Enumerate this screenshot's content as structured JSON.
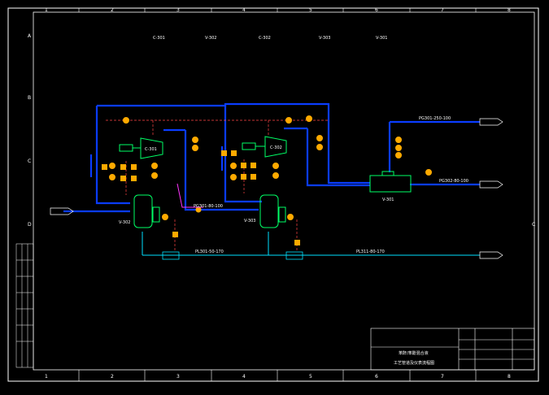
{
  "grid": {
    "cols_top": [
      "1",
      "2",
      "3",
      "4",
      "5",
      "6",
      "7",
      "8"
    ],
    "cols_bottom": [
      "1",
      "2",
      "3",
      "4",
      "5",
      "6",
      "7",
      "8"
    ],
    "rows_left": [
      "A",
      "B",
      "C",
      "D"
    ],
    "rows_right": [
      "C"
    ]
  },
  "equipment_tags": [
    "C-301",
    "V-302",
    "C-302",
    "V-303",
    "V-301"
  ],
  "labels": {
    "c301": "C-301",
    "c302": "C-302",
    "v302": "V-302",
    "v303": "V-303",
    "v301": "V-301"
  },
  "line_labels": {
    "line_main_1": "PG301-250-100",
    "line_main_2": "PG302-80-100",
    "line_bottom_1": "PL301-50-170",
    "line_bottom_2": "PL311-80-170",
    "line_mid": "PG301-80-100"
  },
  "title_block": {
    "project": "苯酐/苯酚混合液",
    "drawing_title": "工艺管道及仪表流程图"
  },
  "colors": {
    "process": "#0a3cff",
    "equipment": "#00ff66",
    "instrument": "#ffaa00",
    "utility": "#ff4444",
    "frame": "#ffffff"
  }
}
